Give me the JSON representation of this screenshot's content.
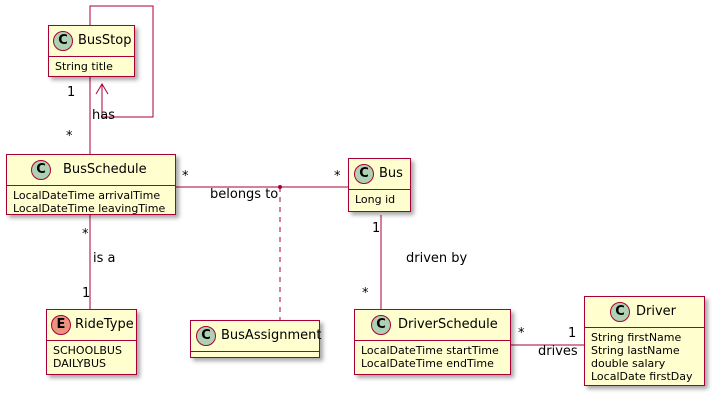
{
  "classes": {
    "busstop": {
      "stereotype": "C",
      "name": "BusStop",
      "attributes": [
        "String title"
      ]
    },
    "busschedule": {
      "stereotype": "C",
      "name": "BusSchedule",
      "attributes": [
        "LocalDateTime arrivalTime",
        "LocalDateTime leavingTime"
      ]
    },
    "bus": {
      "stereotype": "C",
      "name": "Bus",
      "attributes": [
        "Long id"
      ]
    },
    "ridetype": {
      "stereotype": "E",
      "name": "RideType",
      "attributes": [
        "SCHOOLBUS",
        "DAILYBUS"
      ]
    },
    "busassignment": {
      "stereotype": "C",
      "name": "BusAssignment",
      "attributes": []
    },
    "driverschedule": {
      "stereotype": "C",
      "name": "DriverSchedule",
      "attributes": [
        "LocalDateTime startTime",
        "LocalDateTime endTime"
      ]
    },
    "driver": {
      "stereotype": "C",
      "name": "Driver",
      "attributes": [
        "String firstName",
        "String lastName",
        "double salary",
        "LocalDate firstDay"
      ]
    }
  },
  "relations": {
    "has": {
      "label": "has",
      "source_mult": "1",
      "target_mult": "*"
    },
    "self": {
      "label": ""
    },
    "belongs_to": {
      "label": "belongs to",
      "source_mult": "*",
      "target_mult": "*"
    },
    "is_a": {
      "label": "is a",
      "source_mult": "*",
      "target_mult": "1"
    },
    "driven_by": {
      "label": "driven by",
      "source_mult": "1",
      "target_mult": "*"
    },
    "drives": {
      "label": "drives",
      "source_mult": "*",
      "target_mult": "1"
    }
  },
  "colors": {
    "border": "#a80036",
    "fill": "#fefece",
    "class_badge": "#add1b2",
    "enum_badge": "#eb937f"
  }
}
